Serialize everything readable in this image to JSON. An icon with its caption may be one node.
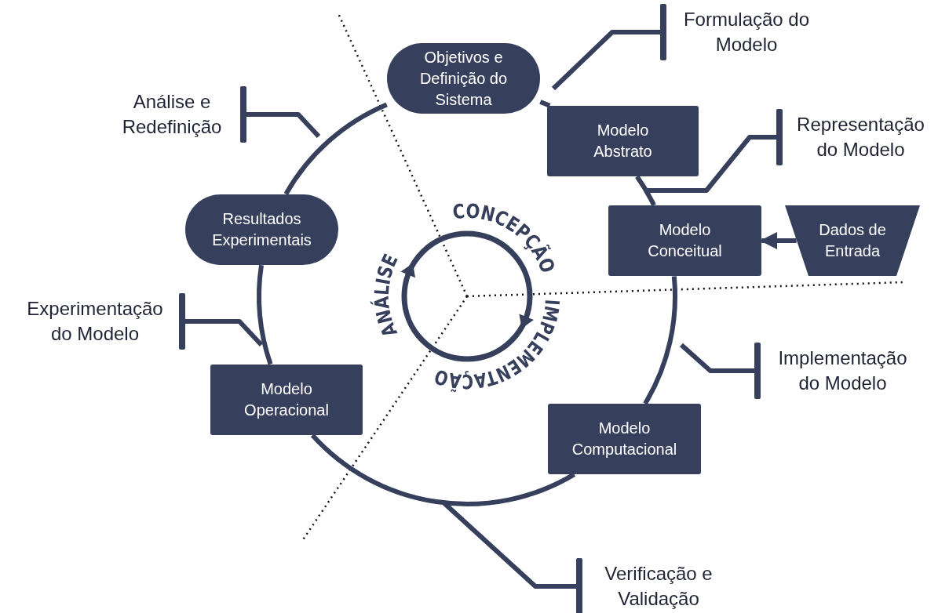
{
  "diagram": {
    "nodes": [
      {
        "text": [
          "Objetivos e Definição do Sistema"
        ]
      },
      {
        "text": [
          "Modelo Abstrato"
        ]
      },
      {
        "text": [
          "Modelo Conceitual"
        ]
      },
      {
        "text": [
          "Dados de Entrada"
        ]
      },
      {
        "text": [
          "Modelo Computacional"
        ]
      },
      {
        "text": [
          "Modelo Operacional"
        ]
      },
      {
        "text": [
          "Resultados Experimentais"
        ]
      },
      {
        "text": [
          "Formulação do Modelo"
        ]
      },
      {
        "text": [
          "Representação do Modelo"
        ]
      },
      {
        "text": [
          "Implementação do Modelo"
        ]
      },
      {
        "text": [
          "Verificação e Validação"
        ]
      },
      {
        "text": [
          "Experimentação do Modelo"
        ]
      },
      {
        "text": [
          "Análise e Redefinição"
        ]
      }
    ],
    "edges": [
      {
        "from": 0,
        "to": 1,
        "arrow": "none"
      },
      {
        "from": 1,
        "to": 2,
        "arrow": "none"
      },
      {
        "from": 2,
        "to": 4,
        "arrow": "none"
      },
      {
        "from": 4,
        "to": 5,
        "arrow": "none"
      },
      {
        "from": 5,
        "to": 6,
        "arrow": "none"
      },
      {
        "from": 6,
        "to": 0,
        "arrow": "none"
      },
      {
        "from": 3,
        "to": 2,
        "arrow": "to"
      },
      {
        "from": 7,
        "to": null,
        "arrow": "other"
      },
      {
        "from": 8,
        "to": null,
        "arrow": "other"
      },
      {
        "from": 9,
        "to": null,
        "arrow": "other"
      },
      {
        "from": 10,
        "to": null,
        "arrow": "other"
      },
      {
        "from": 11,
        "to": null,
        "arrow": "other"
      },
      {
        "from": 12,
        "to": null,
        "arrow": "other"
      }
    ],
    "labels": [
      "CONCEPÇÃO",
      "ANÁLISE",
      "IMPLEMENTAÇÃO"
    ]
  }
}
